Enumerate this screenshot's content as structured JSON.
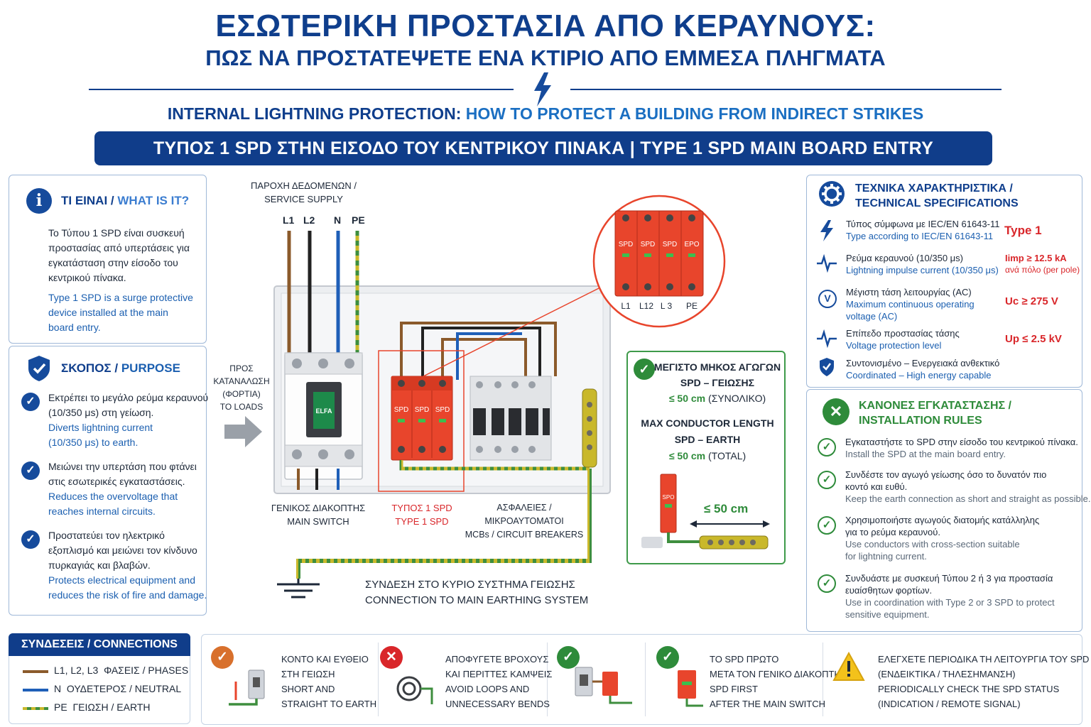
{
  "header": {
    "title_main": "ΕΣΩΤΕΡΙΚΗ ΠΡΟΣΤΑΣΙΑ ΑΠΟ ΚΕΡΑΥΝΟΥΣ:",
    "title_sub": "ΠΩΣ ΝΑ ΠΡΟΣΤΑΤΕΨΕΤΕ ΕΝΑ ΚΤΙΡΙΟ ΑΠΟ ΕΜΜΕΣΑ ΠΛΗΓΜΑΤΑ",
    "title_en_part1": "INTERNAL LIGHTNING PROTECTION:",
    "title_en_part2": "HOW TO PROTECT A BUILDING FROM INDIRECT STRIKES",
    "banner": "ΤΥΠΟΣ 1 SPD ΣΤΗΝ ΕΙΣΟΔΟ ΤΟΥ ΚΕΝΤΡΙΚΟΥ ΠΙΝΑΚΑ  |  TYPE 1 SPD MAIN BOARD ENTRY"
  },
  "what_is_it": {
    "title_gr": "ΤΙ ΕΙΝΑΙ",
    "title_sep": "/",
    "title_en": "WHAT IS IT?",
    "icon": "info-icon",
    "text_gr": [
      "Το Τύπου 1 SPD είναι συσκευή",
      "προστασίας από υπερτάσεις για",
      "εγκατάσταση στην είσοδο του",
      "κεντρικού πίνακα."
    ],
    "text_en": [
      "Type 1 SPD is a surge protective",
      "device installed at the main",
      "board entry."
    ]
  },
  "purpose": {
    "title_gr": "ΣΚΟΠΟΣ",
    "title_sep": "/",
    "title_en": "PURPOSE",
    "icon": "shield-icon",
    "items": [
      {
        "gr": [
          "Εκτρέπει το μεγάλο ρεύμα κεραυνού",
          "(10/350 μs) στη γείωση."
        ],
        "en": [
          "Diverts lightning current",
          "(10/350 μs) to earth."
        ]
      },
      {
        "gr": [
          "Μειώνει την υπερτάση που φτάνει",
          "στις εσωτερικές εγκαταστάσεις."
        ],
        "en": [
          "Reduces the overvoltage that",
          "reaches internal circuits."
        ]
      },
      {
        "gr": [
          "Προστατεύει τον ηλεκτρικό",
          "εξοπλισμό και μειώνει τον κίνδυνο",
          "πυρκαγιάς και βλαβών."
        ],
        "en": [
          "Protects electrical equipment and",
          "reduces the risk of fire and damage."
        ]
      }
    ]
  },
  "connections": {
    "title": "ΣΥΝΔΕΣΕΙΣ / CONNECTIONS",
    "items": [
      {
        "code": "L1, L2, L3",
        "label": "ΦΑΣΕΙΣ / PHASES",
        "color": "#8b5a2b"
      },
      {
        "code": "N",
        "label": "ΟΥΔΕΤΕΡΟΣ / NEUTRAL",
        "color": "#1f5fb8"
      },
      {
        "code": "PE",
        "label": "ΓΕΙΩΣΗ / EARTH",
        "color": "#c9b82b"
      }
    ]
  },
  "diagram": {
    "supply_title": [
      "ΠΑΡΟΧΗ ΔΕΔΟΜΕΝΩΝ /",
      "SERVICE SUPPLY"
    ],
    "supply_lines": [
      "L1",
      "L2",
      "N",
      "PE"
    ],
    "to_loads": [
      "ΠΡΟΣ",
      "ΚΑΤΑΝΑΛΩΣΗ",
      "(ΦΟΡΤΙΑ)",
      "TO LOADS"
    ],
    "main_switch": [
      "ΓΕΝΙΚΟΣ ΔΙΑΚΟΠΤΗΣ",
      "MAIN SWITCH"
    ],
    "spd_label": [
      "ΤΥΠΟΣ 1 SPD",
      "TYPE 1 SPD"
    ],
    "mcb_label": [
      "ΑΣΦΑΛΕΙΕΣ / ΜΙΚΡΟΑΥΤΟΜΑΤΟΙ",
      "MCBs / CIRCUIT BREAKERS"
    ],
    "earthing": [
      "ΣΥΝΔΕΣΗ ΣΤΟ ΚΥΡΙΟ ΣΥΣΤΗΜΑ ΓΕΙΩΣΗΣ",
      "CONNECTION TO MAIN EARTHING SYSTEM"
    ],
    "spd_module_text": "SPD",
    "switch_module_text": "ELFA",
    "zoom_labels": [
      "L1",
      "L12",
      "L 3",
      "PE"
    ],
    "zoom_module_texts": [
      "SPD",
      "SPD",
      "SPD",
      "ΕΡΟ"
    ]
  },
  "max_length": {
    "gr_title": [
      "ΜΕΓΙΣΤΟ ΜΗΚΟΣ ΑΓΩΓΩΝ",
      "SPD – ΓΕΙΩΣΗΣ"
    ],
    "gr_value": "≤ 50 cm",
    "gr_unit": "(ΣΥΝΟΛΙΚΟ)",
    "en_title": [
      "MAX CONDUCTOR LENGTH",
      "SPD – EARTH"
    ],
    "en_value": "≤ 50 cm",
    "en_unit": "(TOTAL)",
    "arrow_label": "≤ 50 cm",
    "mini_spd_text": "SPO"
  },
  "specs": {
    "title": [
      "ΤΕΧΝΙΚΑ ΧΑΡΑΚΤΗΡΙΣΤΙΚΑ /",
      "TECHNICAL SPECIFICATIONS"
    ],
    "icon": "gear-icon",
    "items": [
      {
        "icon": "lightning-icon",
        "gr": "Τύπος σύμφωνα με IEC/EN 61643-11",
        "en": [
          "Type according to IEC/EN 61643-11"
        ],
        "value": "Type 1",
        "value_note": ""
      },
      {
        "icon": "pulse-icon",
        "gr": "Ρεύμα κεραυνού (10/350 μs)",
        "en": [
          "Lightning impulse current (10/350 μs)"
        ],
        "value": "Iimp ≥ 12.5 kA",
        "value_note": "ανά πόλο (per pole)"
      },
      {
        "icon": "voltage-icon",
        "gr": "Μέγιστη τάση λειτουργίας (AC)",
        "en": [
          "Maximum continuous operating",
          "voltage (AC)"
        ],
        "value": "Uc ≥ 275 V",
        "value_note": ""
      },
      {
        "icon": "pulse-icon",
        "gr": "Επίπεδο προστασίας τάσης",
        "en": [
          "Voltage protection level"
        ],
        "value": "Up ≤ 2.5 kV",
        "value_note": ""
      },
      {
        "icon": "shield-icon",
        "gr": "Συντονισμένο – Ενεργειακά ανθεκτικό",
        "en": [
          "Coordinated – High energy capable"
        ],
        "value": "",
        "value_note": ""
      }
    ]
  },
  "rules": {
    "title": [
      "ΚΑΝΟΝΕΣ ΕΓΚΑΤΑΣΤΑΣΗΣ /",
      "INSTALLATION RULES"
    ],
    "icon": "tools-icon",
    "items": [
      {
        "gr": [
          "Εγκαταστήστε το SPD στην είσοδο του κεντρικού πίνακα."
        ],
        "en": [
          "Install the SPD at the main board entry."
        ]
      },
      {
        "gr": [
          "Συνδέστε τον αγωγό γείωσης όσο το δυνατόν πιο",
          "κοντό και ευθύ."
        ],
        "en": [
          "Keep the earth connection as short and straight as possible."
        ]
      },
      {
        "gr": [
          "Χρησιμοποιήστε αγωγούς διατομής κατάλληλης",
          "για το ρεύμα κεραυνού."
        ],
        "en": [
          "Use conductors with cross-section suitable",
          "for lightning current."
        ]
      },
      {
        "gr": [
          "Συνδυάστε με συσκευή Τύπου 2 ή 3 για προστασία",
          "ευαίσθητων φορτίων."
        ],
        "en": [
          "Use in coordination with Type 2 or 3 SPD to protect",
          "sensitive equipment."
        ]
      }
    ]
  },
  "tips": [
    {
      "status": "ok",
      "lines": [
        "ΚΟΝΤΟ ΚΑΙ ΕΥΘΕΙΟ",
        "ΣΤΗ ΓΕΙΩΣΗ",
        "SHORT AND",
        "STRAIGHT TO EARTH"
      ]
    },
    {
      "status": "bad",
      "lines": [
        "ΑΠΟΦΥΓΕΤΕ ΒΡΟΧΟΥΣ",
        "ΚΑΙ ΠΕΡΙΤΤΕΣ ΚΑΜΨΕΙΣ",
        "AVOID LOOPS AND",
        "UNNECESSARY BENDS"
      ]
    },
    {
      "status": "ok",
      "lines": []
    },
    {
      "status": "ok",
      "lines": [
        "ΤΟ SPD ΠΡΩΤΟ",
        "ΜΕΤΑ ΤΟΝ ΓΕΝΙΚΟ ΔΙΑΚΟΠΤΗ",
        "SPD FIRST",
        "AFTER THE MAIN SWITCH"
      ]
    },
    {
      "status": "warn",
      "lines": [
        "ΕΛΕΓΧΕΤΕ ΠΕΡΙΟΔΙΚΑ ΤΗ ΛΕΙΤΟΥΡΓΙΑ ΤΟΥ SPD",
        "(ΕΝΔΕΙΚΤΙΚΑ / ΤΗΛΕΣΗΜΑΝΣΗ)",
        "PERIODICALLY CHECK THE SPD STATUS",
        "(INDICATION / REMOTE SIGNAL)"
      ]
    }
  ],
  "colors": {
    "navy": "#103d8a",
    "accent_blue": "#1b6fc2",
    "spd_red": "#e8452c",
    "phase_brown": "#8b5a2b",
    "neutral_blue": "#1f5fb8",
    "earth_yellow": "#c9b82b",
    "earth_green": "#3e8e3e",
    "ok_green": "#2e8b3a",
    "bad_red": "#d9262a",
    "warn_yellow": "#f3c21b"
  }
}
